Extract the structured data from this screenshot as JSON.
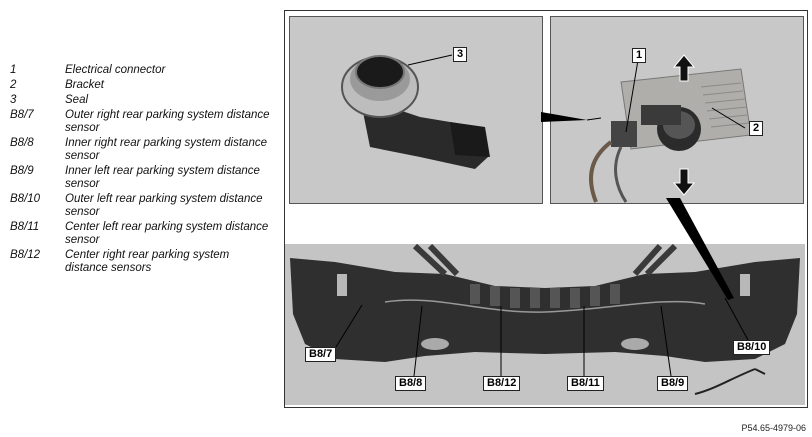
{
  "legend": [
    {
      "code": "1",
      "text": "Electrical connector"
    },
    {
      "code": "2",
      "text": "Bracket"
    },
    {
      "code": "3",
      "text": "Seal"
    },
    {
      "code": "B8/7",
      "text": "Outer right rear parking system distance sensor"
    },
    {
      "code": "B8/8",
      "text": "Inner right rear parking system distance sensor"
    },
    {
      "code": "B8/9",
      "text": "Inner left rear parking system distance sensor"
    },
    {
      "code": "B8/10",
      "text": "Outer left rear parking system distance sensor"
    },
    {
      "code": "B8/11",
      "text": "Center left rear parking system distance sensor"
    },
    {
      "code": "B8/12",
      "text": "Center right rear parking system distance sensors"
    }
  ],
  "callouts": {
    "c1": "1",
    "c2": "2",
    "c3": "3",
    "b87": "B8/7",
    "b88": "B8/8",
    "b89": "B8/9",
    "b810": "B8/10",
    "b811": "B8/11",
    "b812": "B8/12"
  },
  "footer": "P54.65-4979-06"
}
